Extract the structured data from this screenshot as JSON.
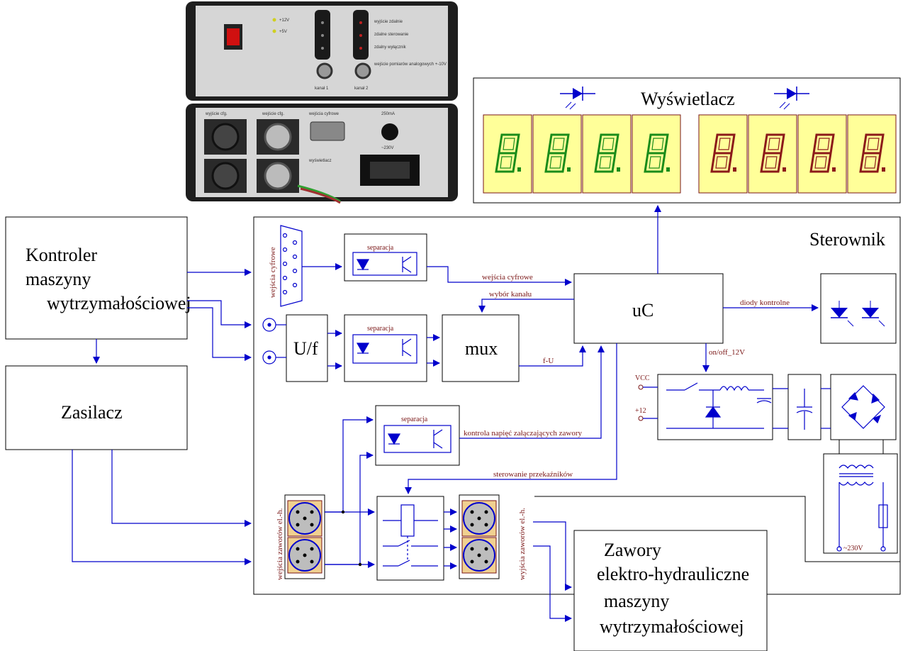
{
  "blocks": {
    "kontroler": [
      "Kontroler",
      "maszyny",
      "wytrzymałościowej"
    ],
    "zasilacz": "Zasilacz",
    "sterownik": "Sterownik",
    "wyswietlacz": "Wyświetlacz",
    "zawory": [
      "Zawory",
      "elektro-hydrauliczne",
      "maszyny",
      "wytrzymałościowej"
    ],
    "uc": "uC",
    "uf": "U/f",
    "mux": "mux"
  },
  "labels": {
    "separacja": "separacja",
    "wejscia_cyfrowe_v": "wejścia cyfrowe",
    "wejscia_cyfrowe": "wejścia cyfrowe",
    "wybor_kanalu": "wybór kanału",
    "f_u": "f-U",
    "diody_kontrolne": "diody kontrolne",
    "on_off": "on/off_12V",
    "vcc": "VCC",
    "plus12": "+12",
    "kontrola": "kontrola napięć załączających zawory",
    "sterowanie": "sterowanie przekaźników",
    "wejscia_zaworow": "wejścia zaworów el.-h.",
    "wyjscia_zaworow": "wyjścia zaworów el.-h.",
    "ac230": "~230V"
  },
  "photo": {
    "top_labels": [
      "+12V",
      "+5V",
      "wyjście zdalnie",
      "zdalne sterowanie",
      "zdalny wyłącznik",
      "wejście pomiarów analogowych +-10V",
      "kanał 1",
      "kanał 2"
    ],
    "bottom_labels": [
      "wyjście cfg.",
      "wejście cfg.",
      "wejścia cyfrowe",
      "250mA",
      "~230V",
      "wyświetlacz"
    ]
  },
  "colors": {
    "line": "#0000cc",
    "label": "#7a1616",
    "digit_green": "#1a8c1a",
    "digit_red": "#8c1a1a",
    "digit_bg": "#ffff99"
  }
}
